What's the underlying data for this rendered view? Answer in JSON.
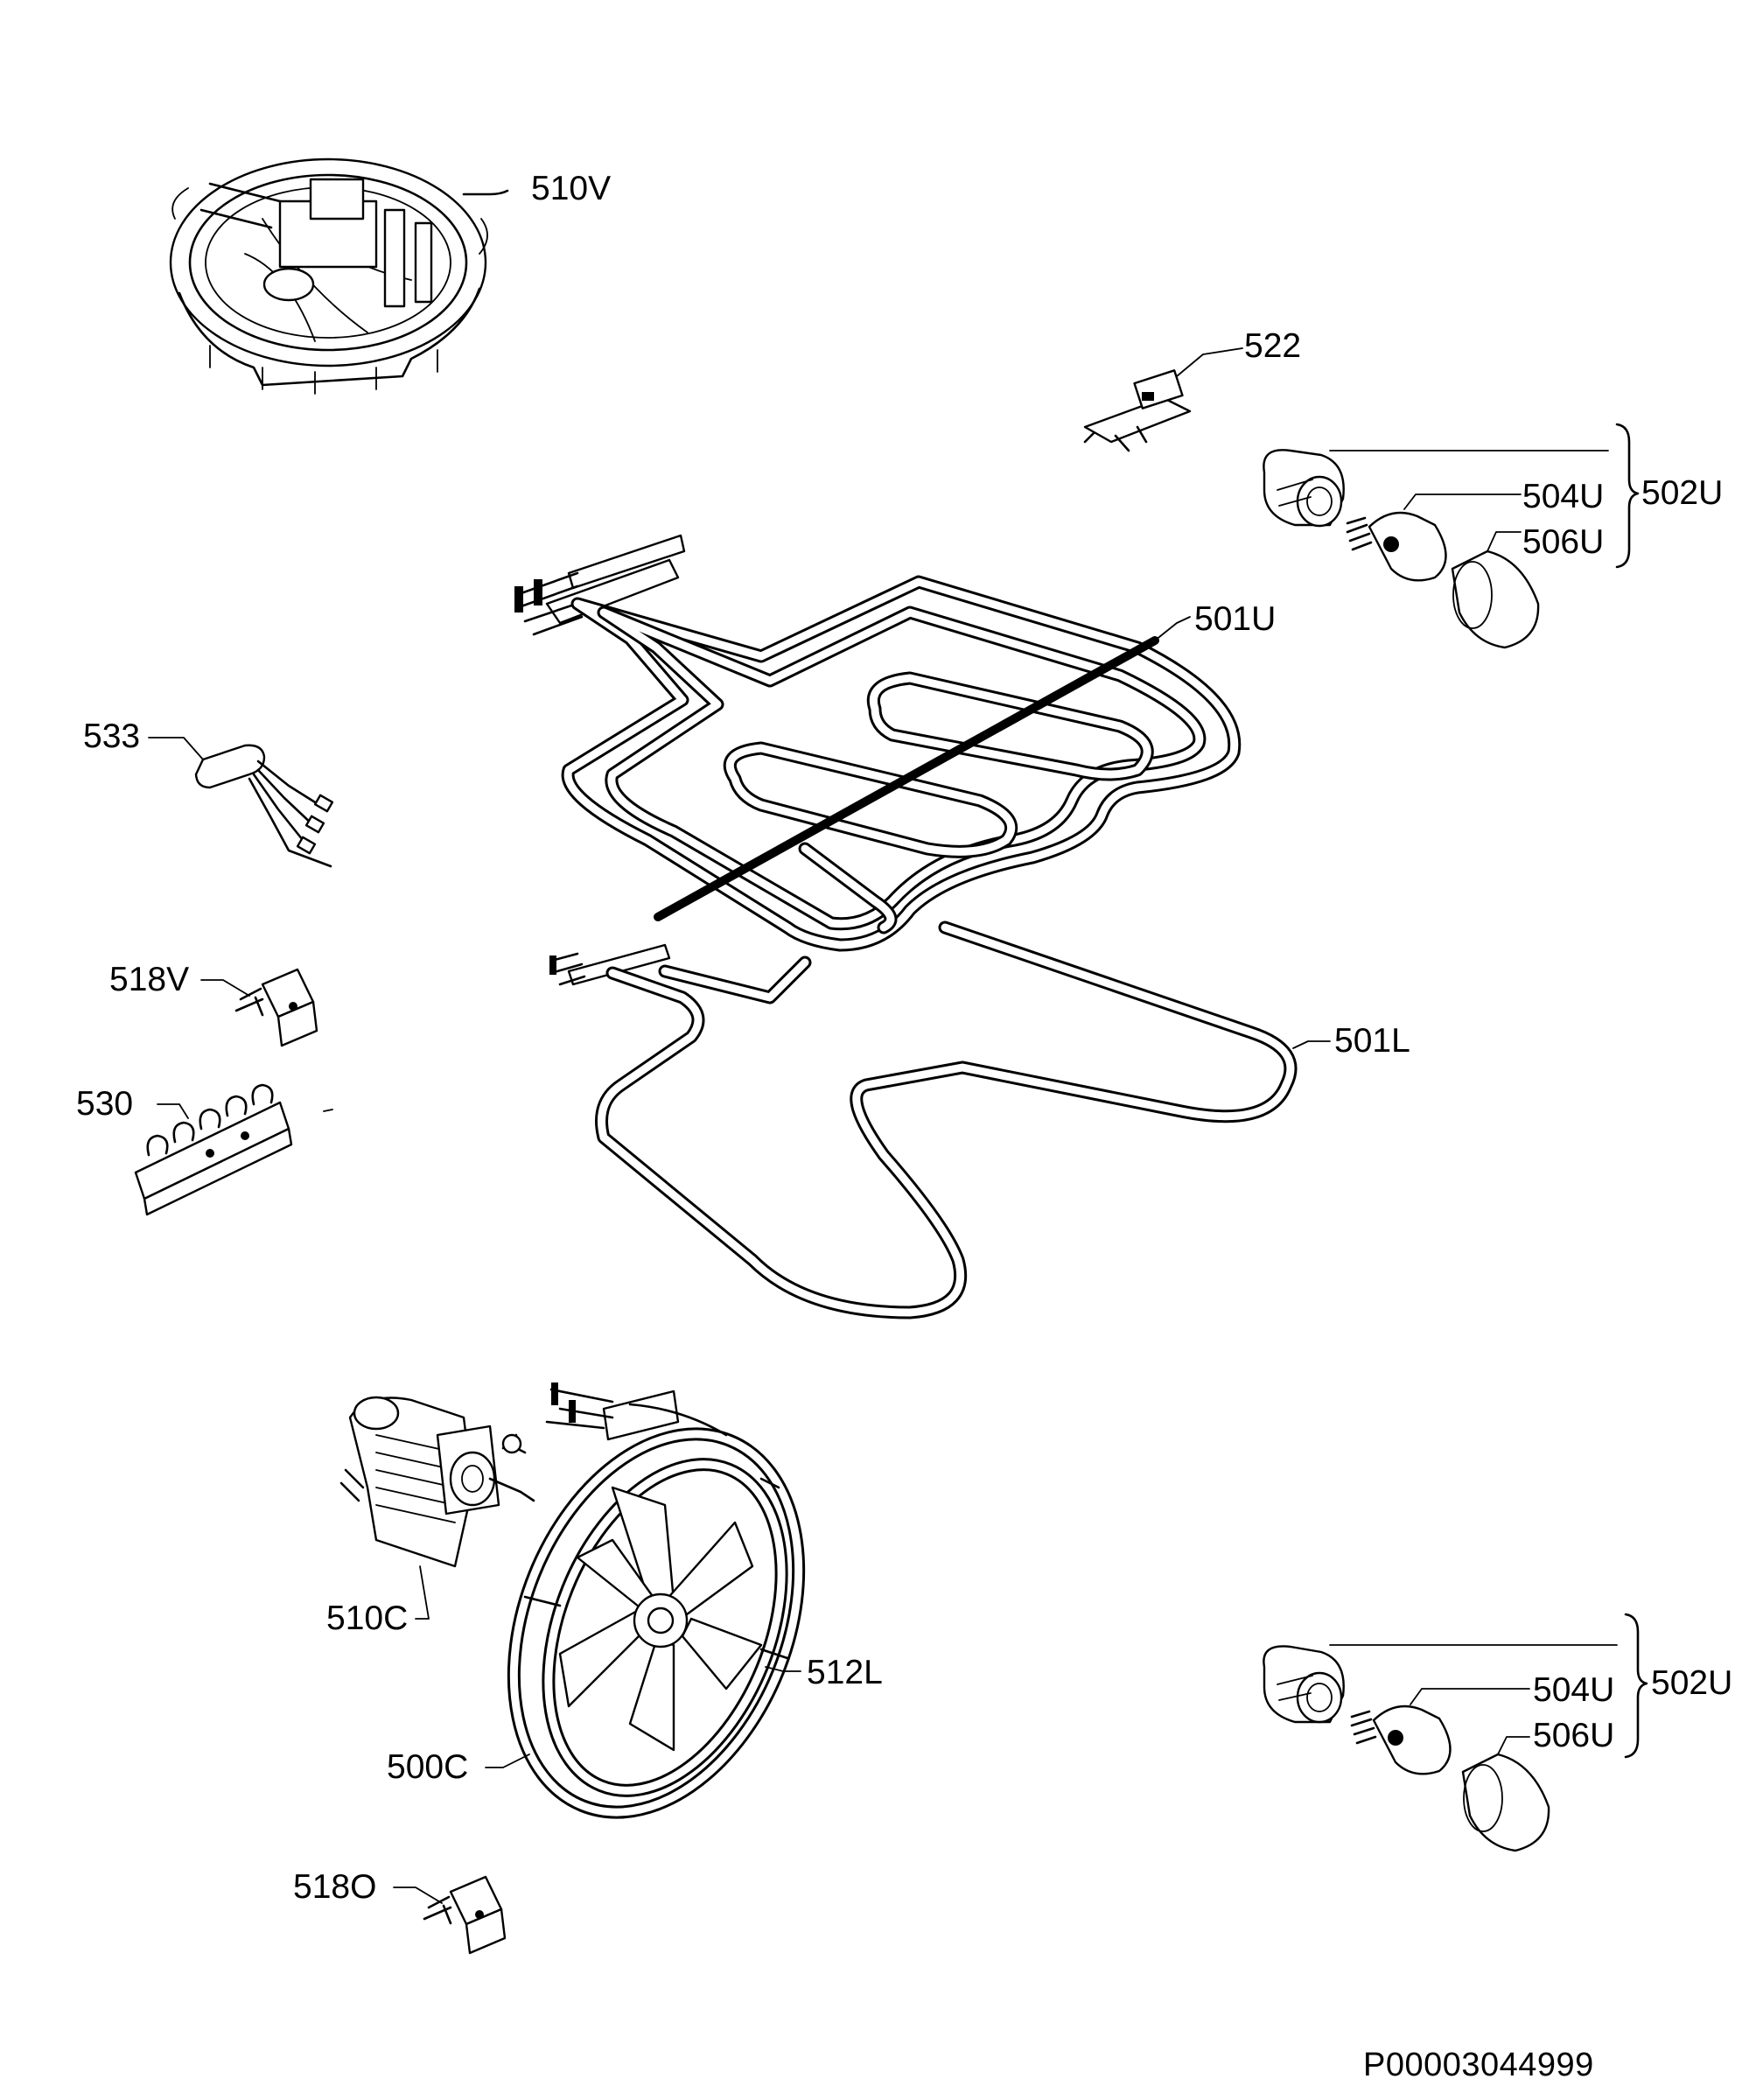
{
  "labels": {
    "l510V": "510V",
    "l522": "522",
    "l502U_top": "502U",
    "l504U_top": "504U",
    "l506U_top": "506U",
    "l501U": "501U",
    "l533": "533",
    "l518V": "518V",
    "l530": "530",
    "l501L": "501L",
    "l510C": "510C",
    "l512L": "512L",
    "l500C": "500C",
    "l502U_bot": "502U",
    "l504U_bot": "504U",
    "l506U_bot": "506U",
    "l518O": "518O"
  },
  "drawing_code": "P00003044999"
}
